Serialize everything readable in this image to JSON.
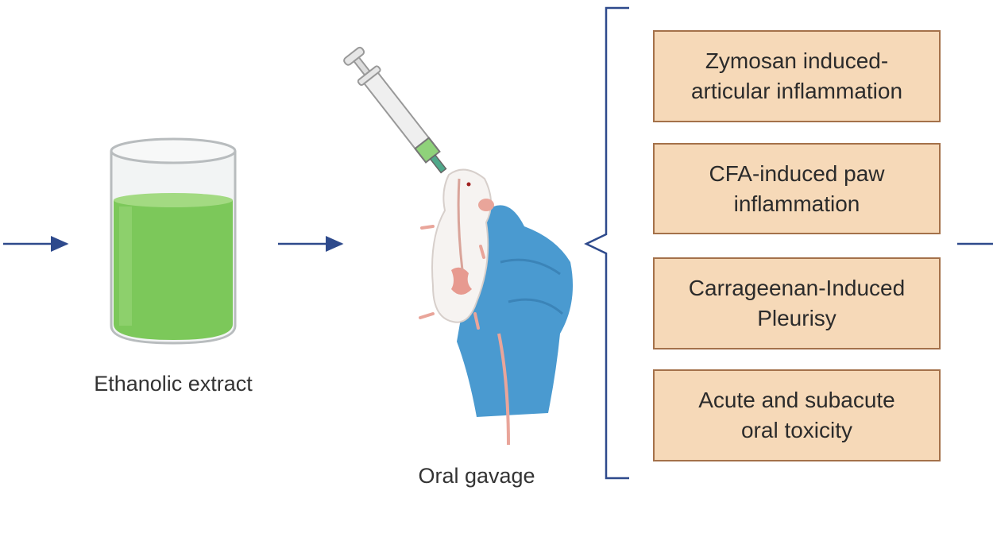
{
  "steps": {
    "extract_label": "Ethanolic extract",
    "gavage_label": "Oral gavage"
  },
  "models": [
    {
      "line1": "Zymosan induced-",
      "line2": "articular inflammation"
    },
    {
      "line1": "CFA-induced paw",
      "line2": "inflammation"
    },
    {
      "line1": "Carrageenan-Induced",
      "line2": "Pleurisy"
    },
    {
      "line1": "Acute and subacute",
      "line2": "oral toxicity"
    }
  ],
  "colors": {
    "arrow": "#2e4a8c",
    "box_fill": "#f6d9b8",
    "box_border": "#a4714a",
    "extract_green": "#7cc85a",
    "glove_blue": "#4a9ad0"
  },
  "icons": [
    "beaker-icon",
    "syringe-icon",
    "mouse-icon",
    "gloved-hand-icon"
  ]
}
